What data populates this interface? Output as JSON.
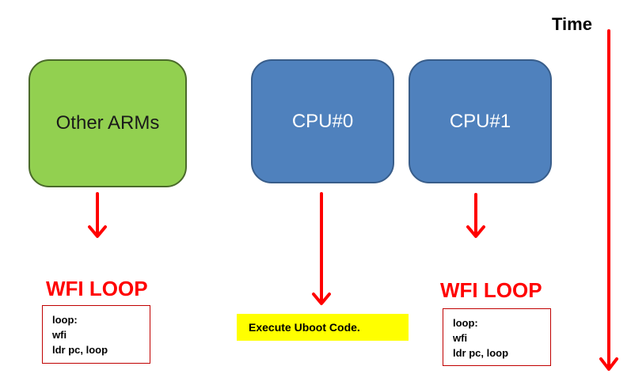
{
  "time_label": "Time",
  "boxes": {
    "other_arms": "Other ARMs",
    "cpu0": "CPU#0",
    "cpu1": "CPU#1"
  },
  "wfi_loop_left": {
    "title": "WFI LOOP",
    "code": [
      "loop:",
      "wfi",
      "ldr pc, loop"
    ]
  },
  "wfi_loop_right": {
    "title": "WFI LOOP",
    "code": [
      "loop:",
      "wfi",
      "ldr pc, loop"
    ]
  },
  "uboot_label": "Execute Uboot Code.",
  "colors": {
    "green_box": "#92d050",
    "blue_box": "#4f81bd",
    "arrow_red": "#ff0000",
    "highlight_yellow": "#ffff00"
  }
}
